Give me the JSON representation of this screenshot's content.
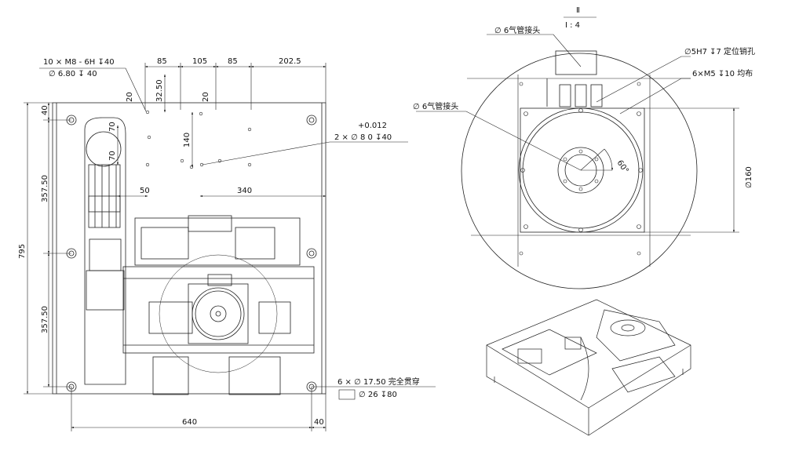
{
  "plan_view": {
    "callout_thread": {
      "line1": "10 × M8 - 6H ↧40",
      "line2": "∅ 6.80 ↧ 40"
    },
    "callout_pin": {
      "tol": "+0.012",
      "line2": "2 × ∅ 8 0 ↧40"
    },
    "callout_through": {
      "line1": "6 × ∅ 17.50 完全贯穿",
      "line2": "∅ 26 ↧80"
    },
    "top_dims": {
      "a": "85",
      "b": "105",
      "c": "85",
      "d": "202.5"
    },
    "inner_dims": {
      "d20a": "20",
      "d3250": "32.50",
      "d20b": "20",
      "d70a": "70",
      "d70b": "70",
      "d140": "140",
      "d50": "50",
      "d340": "340"
    },
    "left_dims": {
      "d40": "40",
      "d35750a": "357.50",
      "d35750b": "357.50",
      "d795": "795"
    },
    "bottom_dims": {
      "d640": "640",
      "d40": "40"
    }
  },
  "detail_view": {
    "title_top": "Ⅱ",
    "title_scale": "Ⅰ : 4",
    "label_air_top": "∅ 6气管接头",
    "label_pin": "∅5H7 ↧7 定位销孔",
    "label_thread": "6×M5 ↧10  均布",
    "label_air_left": "∅ 6气管接头",
    "angle": "60°",
    "dia": "∅160"
  }
}
